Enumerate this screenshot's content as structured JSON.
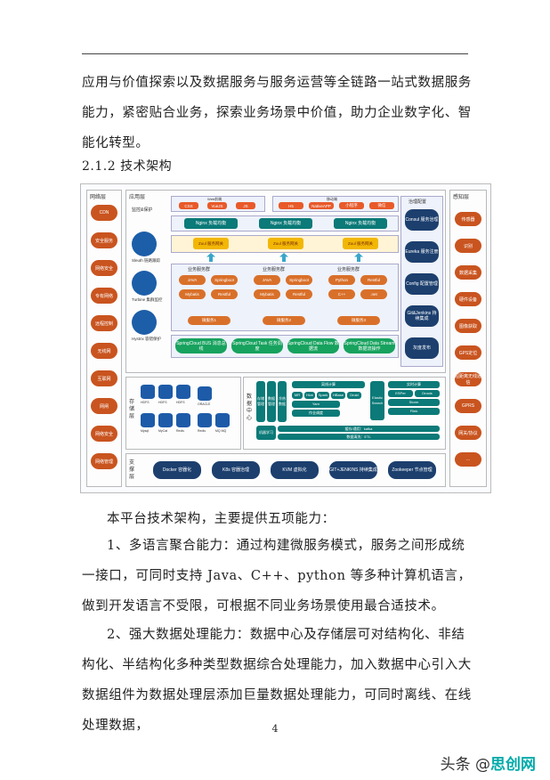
{
  "paragraphs": {
    "p1": "应用与价值探索以及数据服务与服务运营等全链路一站式数据服务能力，紧密贴合业务，探索业务场景中价值，助力企业数字化、智能化转型。",
    "heading": "2.1.2 技术架构",
    "p3": "本平台技术架构，主要提供五项能力：",
    "p4": "1、多语言聚合能力：通过构建微服务模式，服务之间形成统一接口，可同时支持 Java、C++、python 等多种计算机语言，做到开发语言不受限，可根据不同业务场景使用最合适技术。",
    "p5": "2、强大数据处理能力：数据中心及存储层可对结构化、非结构化、半结构化多种类型数据综合处理能力，加入数据中心引入大数据组件为数据处理层添加巨量数据处理能力，可同时离线、在线处理数据，"
  },
  "page_number": "4",
  "watermark": {
    "prefix": "头条 @",
    "brand": "思创网"
  },
  "diagram": {
    "left_title": "网络层",
    "left_items": [
      "CDN",
      "安全服务",
      "网络安全",
      "专有网络",
      "远程控制",
      "无线网",
      "互联网",
      "网闸",
      "网络安全",
      "网络管理"
    ],
    "right_title": "感知层",
    "right_items": [
      "传感器",
      "识别",
      "数据采集",
      "硬件设备",
      "图像获取",
      "GPS定位",
      "短距离无线通信",
      "GPRS",
      "网关/协议",
      "..."
    ],
    "app_title": "应用层",
    "web_title": "Web前端",
    "web_items": [
      "CSS",
      "VueJS",
      "JS"
    ],
    "mobile_title": "移动端",
    "mobile_items": [
      "H5",
      "NativeAPP",
      "小程序",
      "微信"
    ],
    "monitor_title": "监控&保护",
    "monitor_items": [
      "Sleuth\n链路跟踪",
      "Turbine\n集群监控",
      "Hystrix\n容错保护"
    ],
    "nginx": [
      "Nginx\n负载均衡",
      "Nginx\n负载均衡",
      "Nginx\n负载均衡"
    ],
    "zuul": [
      "Zuul\n服务网关",
      "Zuul\n服务网关",
      "Zuul\n服务网关"
    ],
    "biz_title": "业务服务群",
    "biz_groups": [
      {
        "tags": [
          "JAVA",
          "Springboot",
          "Mybatis",
          "Restful"
        ],
        "svc": "微服务1"
      },
      {
        "tags": [
          "JAVA",
          "Springboot",
          "Mybatis",
          "Restful"
        ],
        "svc": "微服务2"
      },
      {
        "tags": [
          "Python",
          "Restful",
          "C++",
          ".net"
        ],
        "svc": "微服务3"
      }
    ],
    "spring_items": [
      "SpringCloud BUS\n消息总线",
      "SpringCloud Task\n任务调度",
      "SpringCloud Data Flow\n数据流",
      "SpringCloud Data Stream\n数据流操作"
    ],
    "gov_title": "治理配置",
    "gov_items": [
      "Consul\n服务治理",
      "Eureka\n服务注册",
      "Config\n配置管理",
      "Git&Jenkins\n持续集成",
      "灰度发布"
    ],
    "storage_title": "存储层",
    "storage_items": [
      "HDFS",
      "HDFS",
      "HDFS",
      "ORACLE",
      "Mysql",
      "MyCat",
      "Redis",
      "Redis",
      "MQ MQ"
    ],
    "dc_title": "数据中心",
    "dc_items": [
      "存储管理",
      "数据管理",
      "机器学习",
      "冷热数据",
      "离线计算",
      "MR",
      "Hive",
      "Spark",
      "Yarn",
      "HBase",
      "Druid",
      "作业调度",
      "Elastic Search",
      "实时计算",
      "ESPer",
      "Drools",
      "Storm",
      "Flink",
      "缓存/通用：kafka",
      "数据清洗：ETL"
    ],
    "support_title": "支撑层",
    "support_items": [
      "Docker\n容器化",
      "K8s\n容器治理",
      "KVM\n虚拟化",
      "GIT+JENKINS\n持续集成",
      "Zookeeper\n节点管理"
    ]
  }
}
